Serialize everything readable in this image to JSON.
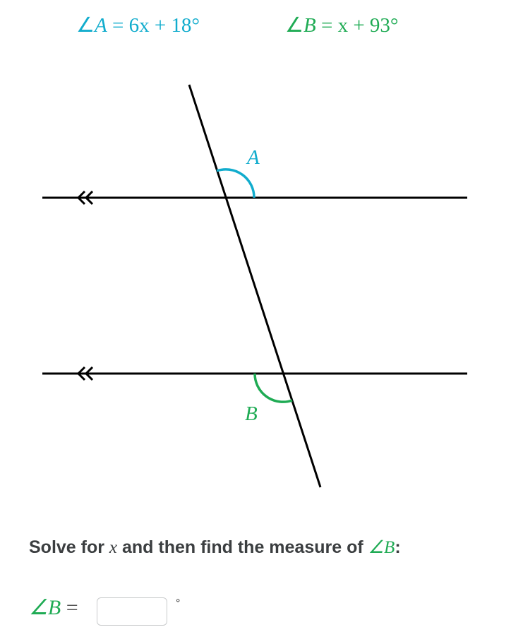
{
  "equations": {
    "angle_a": {
      "prefix": "∠",
      "name": "A",
      "rhs": " = 6x + 18°"
    },
    "angle_b": {
      "prefix": "∠",
      "name": "B",
      "rhs": " = x + 93°"
    }
  },
  "diagram": {
    "label_a": "A",
    "label_b": "B",
    "parallel_marker": "«",
    "colors": {
      "angle_a": "#11accd",
      "angle_b": "#1fab54",
      "lines": "#000000"
    }
  },
  "prompt": {
    "before": "Solve for ",
    "variable": "x",
    "middle": " and then find the measure of ",
    "angle": "∠B",
    "after": ":"
  },
  "answer": {
    "label": "∠B",
    "equals": " = ",
    "value": "",
    "unit": "°"
  }
}
